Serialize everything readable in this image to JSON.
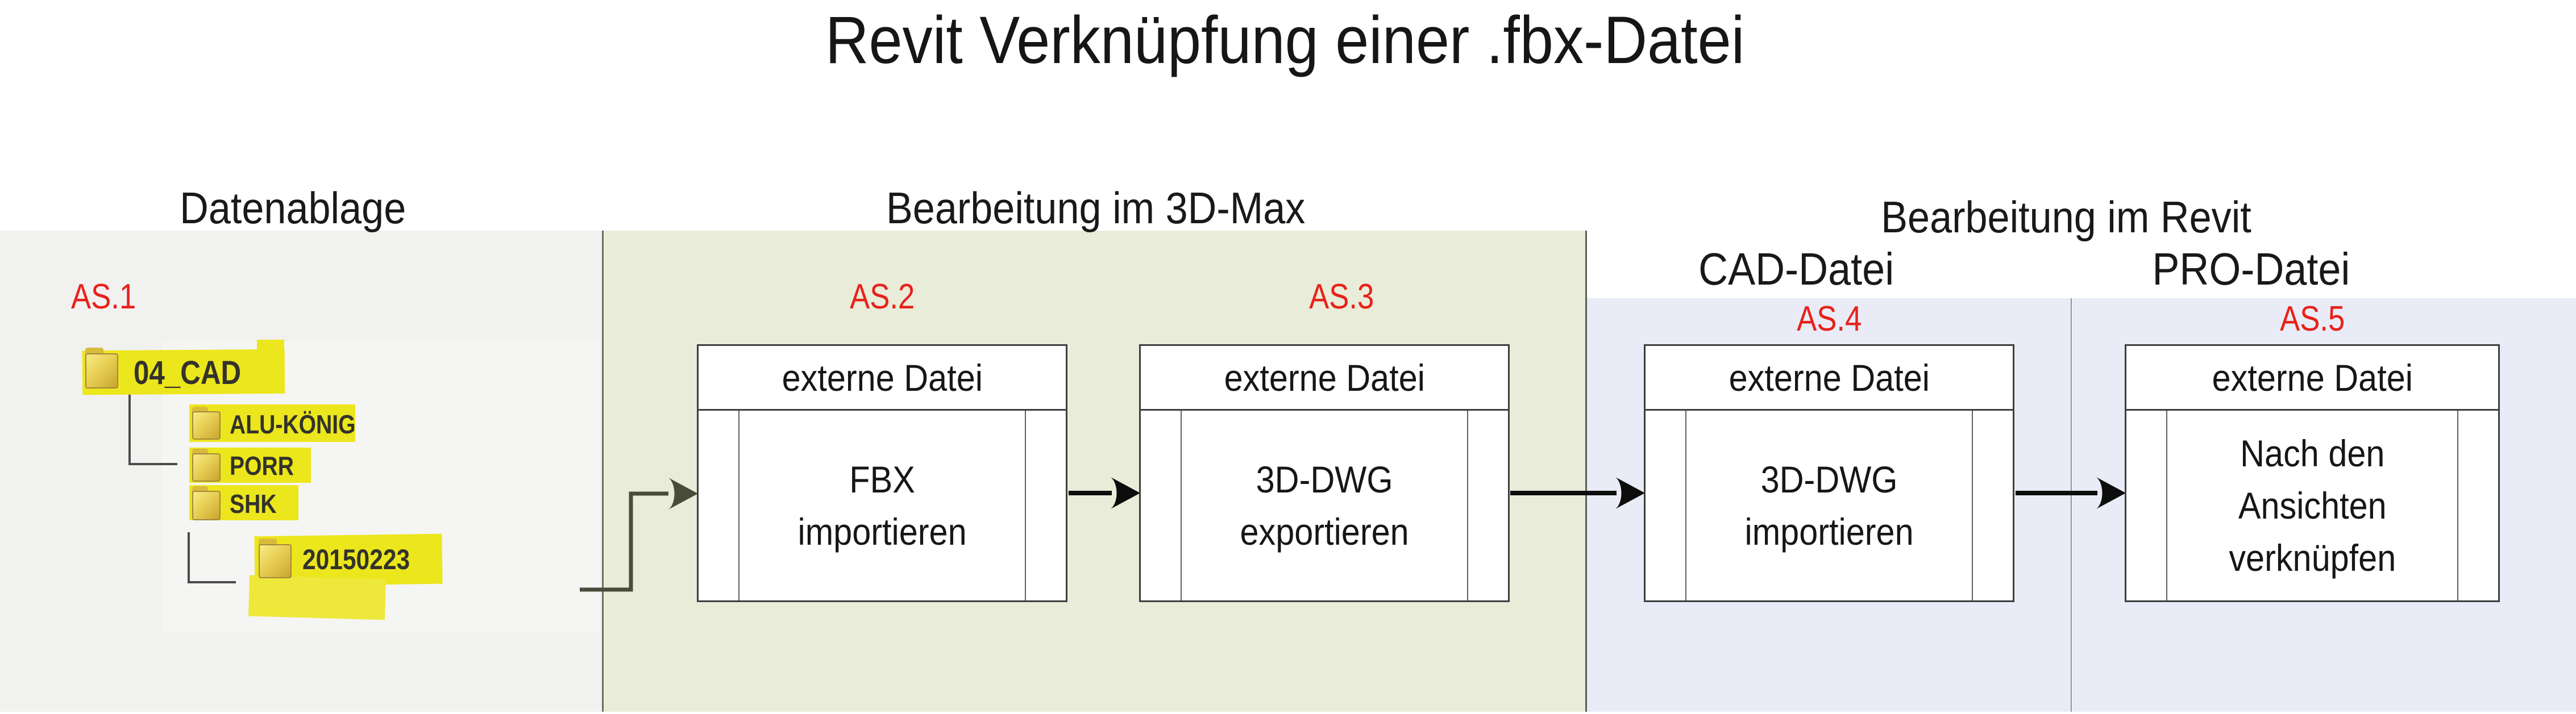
{
  "title": "Revit Verknüpfung einer .fbx-Datei",
  "sections": {
    "datenablage": {
      "label": "Datenablage"
    },
    "max3d": {
      "label": "Bearbeitung im 3D-Max"
    },
    "revit": {
      "label": "Bearbeitung im Revit",
      "cad": "CAD-Datei",
      "pro": "PRO-Datei"
    }
  },
  "steps": [
    {
      "id": "AS.1"
    },
    {
      "id": "AS.2",
      "header": "externe Datei",
      "body": "FBX\nimportieren"
    },
    {
      "id": "AS.3",
      "header": "externe Datei",
      "body": "3D-DWG\nexportieren"
    },
    {
      "id": "AS.4",
      "header": "externe Datei",
      "body": "3D-DWG\nimportieren"
    },
    {
      "id": "AS.5",
      "header": "externe Datei",
      "body": "Nach den\nAnsichten\nverknüpfen"
    }
  ],
  "folder_tree": {
    "root": "04_CAD",
    "children": [
      "ALU-KÖNIG",
      "PORR",
      "SHK"
    ],
    "leaf": "20150223"
  },
  "colors": {
    "zone_gray": "#f1f1ef",
    "zone_green": "#e8ecd9",
    "zone_blue": "#e9ecf6",
    "highlight_yellow": "#ece61c",
    "step_label_red": "#e8211a",
    "arrow_black": "#0d0d0d",
    "arrow_olive": "#484c3b"
  }
}
